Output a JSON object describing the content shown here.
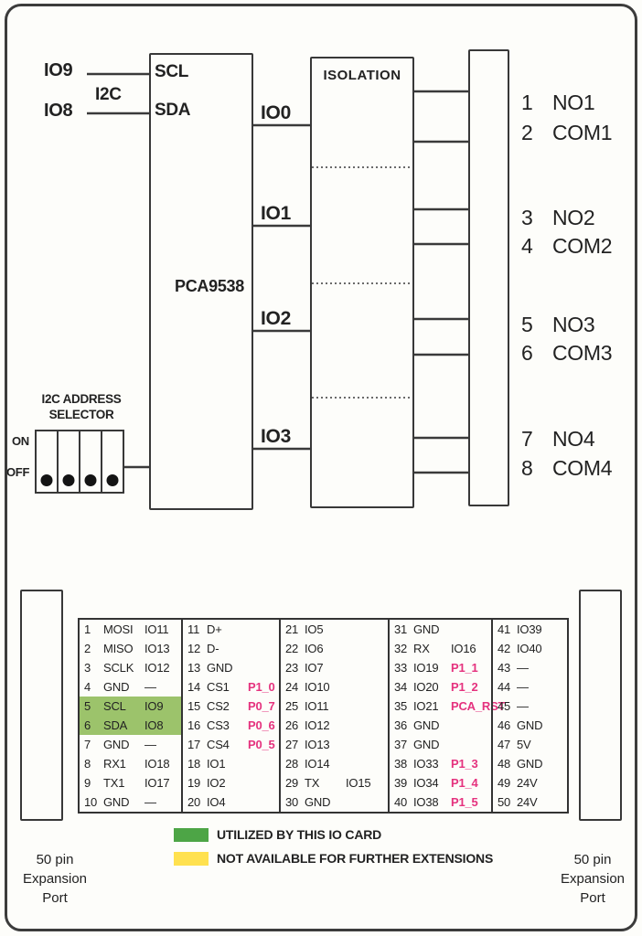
{
  "diagram": {
    "inputs": [
      {
        "io": "IO9",
        "pin": "SCL"
      },
      {
        "io": "IO8",
        "pin": "SDA"
      }
    ],
    "bus_label": "I2C",
    "pca_label": "PCA9538",
    "isolation_label": "ISOLATION",
    "channels": [
      "IO0",
      "IO1",
      "IO2",
      "IO3"
    ],
    "outputs": [
      {
        "num": "1",
        "name": "NO1"
      },
      {
        "num": "2",
        "name": "COM1"
      },
      {
        "num": "3",
        "name": "NO2"
      },
      {
        "num": "4",
        "name": "COM2"
      },
      {
        "num": "5",
        "name": "NO3"
      },
      {
        "num": "6",
        "name": "COM3"
      },
      {
        "num": "7",
        "name": "NO4"
      },
      {
        "num": "8",
        "name": "COM4"
      }
    ],
    "selector": {
      "title": [
        "I2C ADDRESS",
        "SELECTOR"
      ],
      "on_label": "ON",
      "off_label": "OFF",
      "switch_count": 4
    }
  },
  "pinout": {
    "columns": [
      {
        "rows": [
          {
            "num": "1",
            "name": "MOSI",
            "extra": "IO11"
          },
          {
            "num": "2",
            "name": "MISO",
            "extra": "IO13"
          },
          {
            "num": "3",
            "name": "SCLK",
            "extra": "IO12"
          },
          {
            "num": "4",
            "name": "GND",
            "extra": "—"
          },
          {
            "num": "5",
            "name": "SCL",
            "extra": "IO9",
            "highlight": true
          },
          {
            "num": "6",
            "name": "SDA",
            "extra": "IO8",
            "highlight": true
          },
          {
            "num": "7",
            "name": "GND",
            "extra": "—"
          },
          {
            "num": "8",
            "name": "RX1",
            "extra": "IO18"
          },
          {
            "num": "9",
            "name": "TX1",
            "extra": "IO17"
          },
          {
            "num": "10",
            "name": "GND",
            "extra": "—"
          }
        ]
      },
      {
        "rows": [
          {
            "num": "11",
            "name": "D+"
          },
          {
            "num": "12",
            "name": "D-"
          },
          {
            "num": "13",
            "name": "GND"
          },
          {
            "num": "14",
            "name": "CS1",
            "extra": "P1_0",
            "pink": true
          },
          {
            "num": "15",
            "name": "CS2",
            "extra": "P0_7",
            "pink": true
          },
          {
            "num": "16",
            "name": "CS3",
            "extra": "P0_6",
            "pink": true
          },
          {
            "num": "17",
            "name": "CS4",
            "extra": "P0_5",
            "pink": true
          },
          {
            "num": "18",
            "name": "IO1"
          },
          {
            "num": "19",
            "name": "IO2"
          },
          {
            "num": "20",
            "name": "IO4"
          }
        ]
      },
      {
        "rows": [
          {
            "num": "21",
            "name": "IO5"
          },
          {
            "num": "22",
            "name": "IO6"
          },
          {
            "num": "23",
            "name": "IO7"
          },
          {
            "num": "24",
            "name": "IO10"
          },
          {
            "num": "25",
            "name": "IO11"
          },
          {
            "num": "26",
            "name": "IO12"
          },
          {
            "num": "27",
            "name": "IO13"
          },
          {
            "num": "28",
            "name": "IO14"
          },
          {
            "num": "29",
            "name": "TX",
            "extra": "IO15"
          },
          {
            "num": "30",
            "name": "GND"
          }
        ]
      },
      {
        "rows": [
          {
            "num": "31",
            "name": "GND"
          },
          {
            "num": "32",
            "name": "RX",
            "extra": "IO16"
          },
          {
            "num": "33",
            "name": "IO19",
            "extra": "P1_1",
            "pink": true
          },
          {
            "num": "34",
            "name": "IO20",
            "extra": "P1_2",
            "pink": true
          },
          {
            "num": "35",
            "name": "IO21",
            "extra": "PCA_RST",
            "pink": true
          },
          {
            "num": "36",
            "name": "GND"
          },
          {
            "num": "37",
            "name": "GND"
          },
          {
            "num": "38",
            "name": "IO33",
            "extra": "P1_3",
            "pink": true
          },
          {
            "num": "39",
            "name": "IO34",
            "extra": "P1_4",
            "pink": true
          },
          {
            "num": "40",
            "name": "IO38",
            "extra": "P1_5",
            "pink": true
          }
        ]
      },
      {
        "rows": [
          {
            "num": "41",
            "name": "IO39"
          },
          {
            "num": "42",
            "name": "IO40"
          },
          {
            "num": "43",
            "name": "—"
          },
          {
            "num": "44",
            "name": "—"
          },
          {
            "num": "45",
            "name": "—"
          },
          {
            "num": "46",
            "name": "GND"
          },
          {
            "num": "47",
            "name": "5V"
          },
          {
            "num": "48",
            "name": "GND"
          },
          {
            "num": "49",
            "name": "24V"
          },
          {
            "num": "50",
            "name": "24V"
          }
        ]
      }
    ]
  },
  "legend": [
    {
      "swatch": "green",
      "label": "UTILIZED BY THIS IO CARD"
    },
    {
      "swatch": "yellow",
      "label": "NOT AVAILABLE FOR FURTHER EXTENSIONS"
    }
  ],
  "ports": {
    "left": [
      "50 pin",
      "Expansion",
      "Port"
    ],
    "right": [
      "50 pin",
      "Expansion",
      "Port"
    ]
  },
  "colors": {
    "pink": "#e5327e",
    "green_highlight": "#9cc36b",
    "green_legend": "#4da546",
    "yellow_legend": "#ffe14f",
    "line": "#3a3a3a"
  }
}
